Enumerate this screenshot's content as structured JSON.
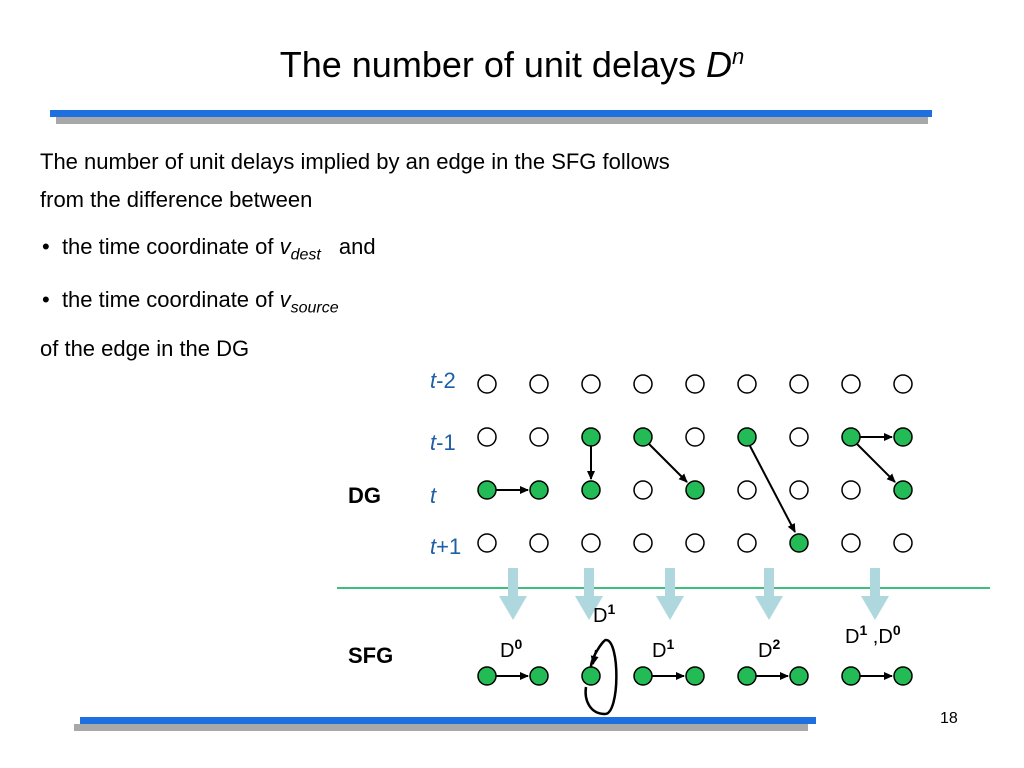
{
  "title": {
    "main": "The number of unit delays ",
    "symbol": "D",
    "superscript": "n"
  },
  "intro": {
    "line1": "The number of unit delays implied by an edge in the SFG follows",
    "line2": "from the difference between"
  },
  "bullets": [
    {
      "text": "the time coordinate of ",
      "var": "v",
      "sub": "dest",
      "suffix": "and"
    },
    {
      "text": "the time coordinate of ",
      "var": "v",
      "sub": "source",
      "suffix": ""
    }
  ],
  "closing": "of the edge in the DG",
  "time_rows": [
    {
      "prefix": "t",
      "suffix": "-2"
    },
    {
      "prefix": "t",
      "suffix": "-1"
    },
    {
      "prefix": "t",
      "suffix": ""
    },
    {
      "prefix": "t",
      "suffix": "+1"
    }
  ],
  "dg_label": "DG",
  "sfg_label": "SFG",
  "delays": [
    {
      "base": "D",
      "sup": "0"
    },
    {
      "base": "D",
      "sup": "1"
    },
    {
      "base": "D",
      "sup": "1"
    },
    {
      "base": "D",
      "sup": "2"
    },
    {
      "base": "D",
      "sup": "1",
      "sep": " ,",
      "base2": "D",
      "sup2": "0"
    }
  ],
  "page_number": "18",
  "colors": {
    "node_fill": "#22bb55",
    "arrow": "#aed8dd",
    "divider": "#3cbf7a",
    "accent_blue": "#1e6fe0",
    "accent_gray": "#a8a8a8",
    "time_label": "#1f5fa8"
  }
}
